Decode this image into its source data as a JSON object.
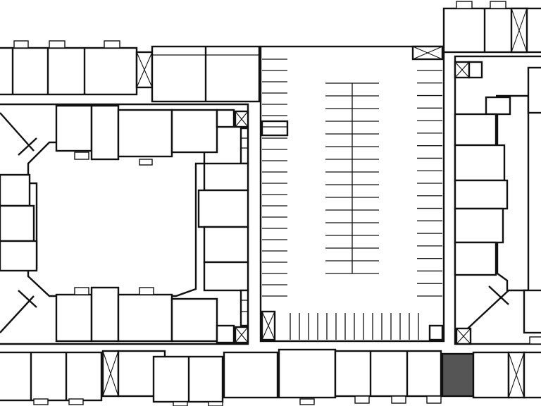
{
  "plan": {
    "colors": {
      "wall": "#111111",
      "background": "#ffffff",
      "highlight_unit": "#555555"
    },
    "icons": [
      "stair-x-icon",
      "elevator-x-icon"
    ],
    "parking": {
      "type": "surface-parking",
      "stall_groups": [
        {
          "name": "left-wall-stalls",
          "count": 22
        },
        {
          "name": "right-wall-stalls",
          "count": 19
        },
        {
          "name": "center-double-row-stalls",
          "count": 16
        },
        {
          "name": "bottom-row-stalls",
          "count": 15
        }
      ]
    },
    "highlighted_unit": {
      "name": "selected-unit",
      "fill": "#555555"
    }
  }
}
